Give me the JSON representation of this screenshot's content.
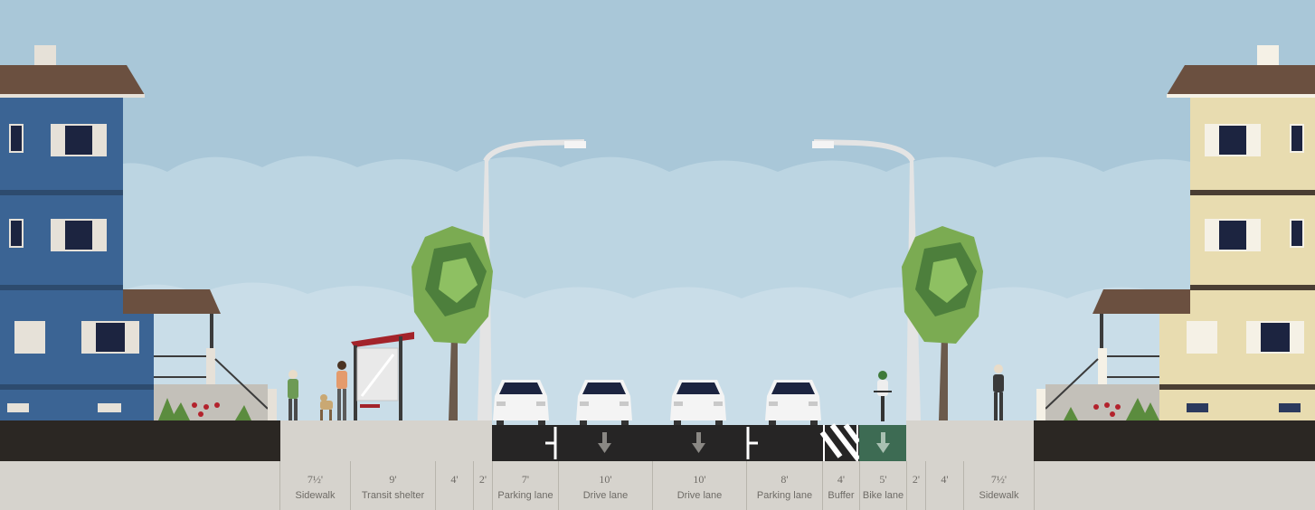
{
  "colors": {
    "sky": "#a9c7d8",
    "sky_light": "#c9dde8",
    "asphalt": "#262525",
    "bike_lane": "#3d6b53",
    "sidewalk": "#d6d3cd",
    "curb_dark": "#2b2723",
    "house_left": "#3b6494",
    "house_right": "#e8dcb0",
    "roof": "#6b5040",
    "tree_light": "#7bab52",
    "tree_dark": "#4d7f3c",
    "shelter_roof": "#a3232a"
  },
  "segments": [
    {
      "id": "sidewalk-left",
      "width_label": "7½'",
      "name": "Sidewalk"
    },
    {
      "id": "transit-shelter",
      "width_label": "9'",
      "name": "Transit shelter"
    },
    {
      "id": "spacer-4-left",
      "width_label": "4'",
      "name": ""
    },
    {
      "id": "spacer-2-left",
      "width_label": "2'",
      "name": ""
    },
    {
      "id": "parking-lane-left",
      "width_label": "7'",
      "name": "Parking lane"
    },
    {
      "id": "drive-lane-1",
      "width_label": "10'",
      "name": "Drive lane"
    },
    {
      "id": "drive-lane-2",
      "width_label": "10'",
      "name": "Drive lane"
    },
    {
      "id": "parking-lane-right",
      "width_label": "8'",
      "name": "Parking lane"
    },
    {
      "id": "buffer",
      "width_label": "4'",
      "name": "Buffer"
    },
    {
      "id": "bike-lane",
      "width_label": "5'",
      "name": "Bike lane"
    },
    {
      "id": "spacer-2-right",
      "width_label": "2'",
      "name": ""
    },
    {
      "id": "spacer-4-right",
      "width_label": "4'",
      "name": ""
    },
    {
      "id": "sidewalk-right",
      "width_label": "7½'",
      "name": "Sidewalk"
    }
  ],
  "icons": [
    "arrow-down-icon",
    "car-icon",
    "streetlight-icon",
    "tree-icon",
    "bus-shelter-icon",
    "pedestrian-icon",
    "dog-icon",
    "cyclist-icon",
    "house-icon"
  ]
}
